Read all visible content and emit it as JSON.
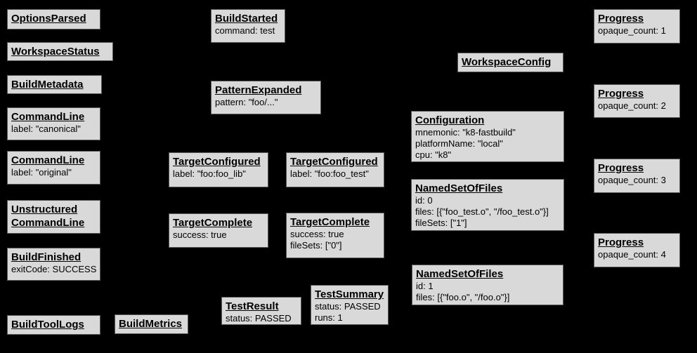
{
  "palette": {
    "background": "#000000",
    "box_fill": "#d9d9d9",
    "box_border": "#595959",
    "text": "#000000"
  },
  "diagram": "build-event-protocol-graph",
  "nodes": [
    {
      "title": "OptionsParsed",
      "details": []
    },
    {
      "title": "WorkspaceStatus",
      "details": []
    },
    {
      "title": "BuildMetadata",
      "details": []
    },
    {
      "title": "CommandLine",
      "details": [
        "label: \"canonical\""
      ]
    },
    {
      "title": "CommandLine",
      "details": [
        "label: \"original\""
      ]
    },
    {
      "title": "Unstructured",
      "title2": "CommandLine",
      "details": []
    },
    {
      "title": "BuildFinished",
      "details": [
        "exitCode: SUCCESS"
      ]
    },
    {
      "title": "BuildToolLogs",
      "details": []
    },
    {
      "title": "BuildMetrics",
      "details": []
    },
    {
      "title": "BuildStarted",
      "details": [
        "command: test"
      ]
    },
    {
      "title": "PatternExpanded",
      "details": [
        "pattern: \"foo/...\""
      ]
    },
    {
      "title": "TargetConfigured",
      "details": [
        "label: \"foo:foo_lib\""
      ]
    },
    {
      "title": "TargetConfigured",
      "details": [
        "label: \"foo:foo_test\""
      ]
    },
    {
      "title": "TargetComplete",
      "details": [
        "success: true"
      ]
    },
    {
      "title": "TargetComplete",
      "details": [
        "success: true",
        "fileSets: [\"0\"]"
      ]
    },
    {
      "title": "TestResult",
      "details": [
        "status: PASSED"
      ]
    },
    {
      "title": "TestSummary",
      "details": [
        "status: PASSED",
        "runs: 1"
      ]
    },
    {
      "title": "WorkspaceConfig",
      "details": []
    },
    {
      "title": "Configuration",
      "details": [
        "mnemonic: \"k8-fastbuild\"",
        "platformName: \"local\"",
        "cpu: \"k8\""
      ]
    },
    {
      "title": "NamedSetOfFiles",
      "details": [
        "id: 0",
        "files: [{\"foo_test.o\", \"/foo_test.o\"}]",
        "fileSets: [\"1\"]"
      ]
    },
    {
      "title": "NamedSetOfFiles",
      "details": [
        "id: 1",
        "files: [{\"foo.o\", \"/foo.o\"}]"
      ]
    },
    {
      "title": "Progress",
      "details": [
        "opaque_count: 1"
      ]
    },
    {
      "title": "Progress",
      "details": [
        "opaque_count: 2"
      ]
    },
    {
      "title": "Progress",
      "details": [
        "opaque_count: 3"
      ]
    },
    {
      "title": "Progress",
      "details": [
        "opaque_count: 4"
      ]
    }
  ]
}
